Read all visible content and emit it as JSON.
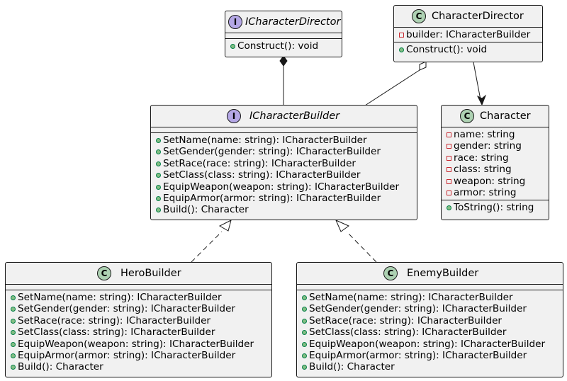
{
  "diagram": {
    "interface_director": {
      "name": "ICharacterDirector",
      "stereotype_badge": "I",
      "methods": [
        "Construct(): void"
      ]
    },
    "character_director": {
      "name": "CharacterDirector",
      "stereotype_badge": "C",
      "fields": [
        "builder: ICharacterBuilder"
      ],
      "methods": [
        "Construct(): void"
      ]
    },
    "interface_builder": {
      "name": "ICharacterBuilder",
      "stereotype_badge": "I",
      "methods": [
        "SetName(name: string): ICharacterBuilder",
        "SetGender(gender: string): ICharacterBuilder",
        "SetRace(race: string): ICharacterBuilder",
        "SetClass(class: string): ICharacterBuilder",
        "EquipWeapon(weapon: string): ICharacterBuilder",
        "EquipArmor(armor: string): ICharacterBuilder",
        "Build(): Character"
      ]
    },
    "character": {
      "name": "Character",
      "stereotype_badge": "C",
      "fields": [
        "name: string",
        "gender: string",
        "race: string",
        "class: string",
        "weapon: string",
        "armor: string"
      ],
      "methods": [
        "ToString(): string"
      ]
    },
    "hero_builder": {
      "name": "HeroBuilder",
      "stereotype_badge": "C",
      "methods": [
        "SetName(name: string): ICharacterBuilder",
        "SetGender(gender: string): ICharacterBuilder",
        "SetRace(race: string): ICharacterBuilder",
        "SetClass(class: string): ICharacterBuilder",
        "EquipWeapon(weapon: string): ICharacterBuilder",
        "EquipArmor(armor: string): ICharacterBuilder",
        "Build(): Character"
      ]
    },
    "enemy_builder": {
      "name": "EnemyBuilder",
      "stereotype_badge": "C",
      "methods": [
        "SetName(name: string): ICharacterBuilder",
        "SetGender(gender: string): ICharacterBuilder",
        "SetRace(race: string): ICharacterBuilder",
        "SetClass(class: string): ICharacterBuilder",
        "EquipWeapon(weapon: string): ICharacterBuilder",
        "EquipArmor(armor: string): ICharacterBuilder",
        "Build(): Character"
      ]
    },
    "relations": [
      {
        "from": "interface_director",
        "to": "interface_builder",
        "kind": "composition"
      },
      {
        "from": "character_director",
        "to": "interface_builder",
        "kind": "aggregation"
      },
      {
        "from": "character_director",
        "to": "character",
        "kind": "association"
      },
      {
        "from": "hero_builder",
        "to": "interface_builder",
        "kind": "realization"
      },
      {
        "from": "enemy_builder",
        "to": "interface_builder",
        "kind": "realization"
      }
    ],
    "colors": {
      "box_fill": "#f1f1f1",
      "border": "#181818",
      "class_badge": "#add1b2",
      "interface_badge": "#b4a7e5",
      "public_marker": "#84be84",
      "private_marker": "#c82930"
    }
  }
}
